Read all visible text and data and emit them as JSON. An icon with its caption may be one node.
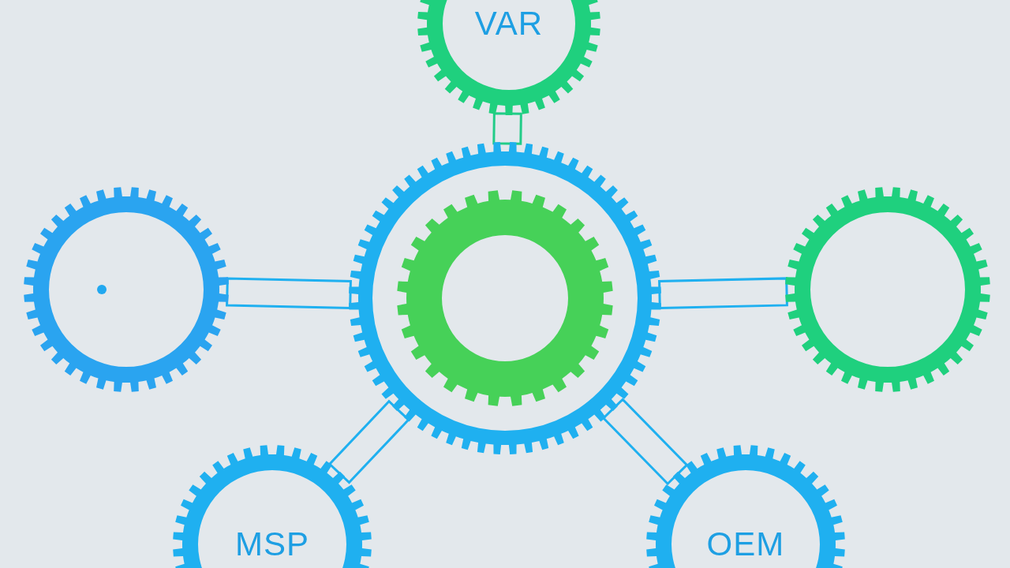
{
  "diagram": {
    "nodes": [
      {
        "text": [],
        "shape": "gear"
      },
      {
        "text": [],
        "shape": "gear",
        "in": 0
      },
      {
        "text": [
          "VAR"
        ]
      },
      {
        "text": [],
        "shape": "gear"
      },
      {
        "text": [],
        "shape": "gear"
      },
      {
        "text": [
          "MSP"
        ]
      },
      {
        "text": [
          "OEM"
        ]
      }
    ],
    "edges": [
      {
        "from": 0,
        "to": 2,
        "arrow": "none",
        "color": "#22cc88"
      },
      {
        "from": 3,
        "to": 0,
        "arrow": "none"
      },
      {
        "from": 0,
        "to": 4,
        "arrow": "none"
      },
      {
        "from": 5,
        "to": 0,
        "arrow": "none"
      },
      {
        "from": 0,
        "to": 6,
        "arrow": "none"
      }
    ]
  }
}
